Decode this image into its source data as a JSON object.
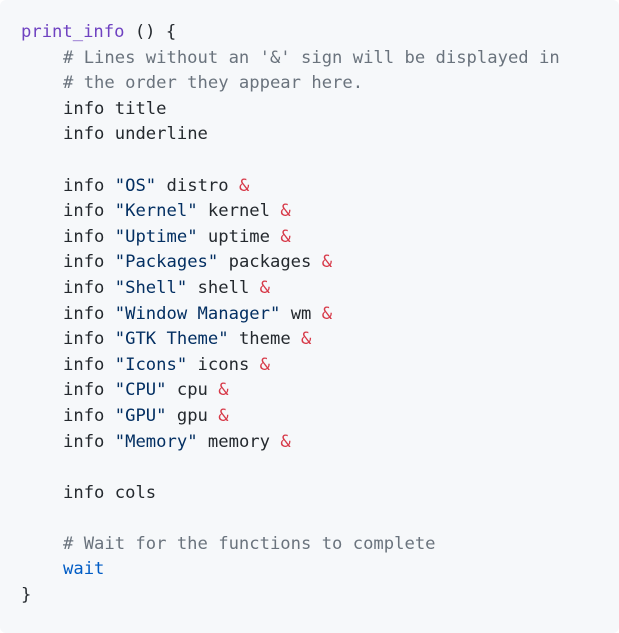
{
  "code": {
    "func_name": "print_info",
    "func_open": " () {",
    "comment_1": "# Lines without an '&' sign will be displayed in",
    "comment_2": "# the order they appear here.",
    "kw_info": "info",
    "info_title": " title",
    "info_underline": " underline",
    "amp": "&",
    "rows": [
      {
        "label": "\"OS\"",
        "arg": " distro "
      },
      {
        "label": "\"Kernel\"",
        "arg": " kernel "
      },
      {
        "label": "\"Uptime\"",
        "arg": " uptime "
      },
      {
        "label": "\"Packages\"",
        "arg": " packages "
      },
      {
        "label": "\"Shell\"",
        "arg": " shell "
      },
      {
        "label": "\"Window Manager\"",
        "arg": " wm "
      },
      {
        "label": "\"GTK Theme\"",
        "arg": " theme "
      },
      {
        "label": "\"Icons\"",
        "arg": " icons "
      },
      {
        "label": "\"CPU\"",
        "arg": " cpu "
      },
      {
        "label": "\"GPU\"",
        "arg": " gpu "
      },
      {
        "label": "\"Memory\"",
        "arg": " memory "
      }
    ],
    "info_cols": " cols",
    "comment_3": "# Wait for the functions to complete",
    "wait": "wait",
    "close_brace": "}"
  },
  "colors": {
    "background": "#f6f8fa",
    "function": "#6f42c1",
    "comment": "#6a737d",
    "string": "#032f62",
    "ampersand": "#d73a49",
    "builtin": "#005cc5",
    "text": "#24292e"
  }
}
